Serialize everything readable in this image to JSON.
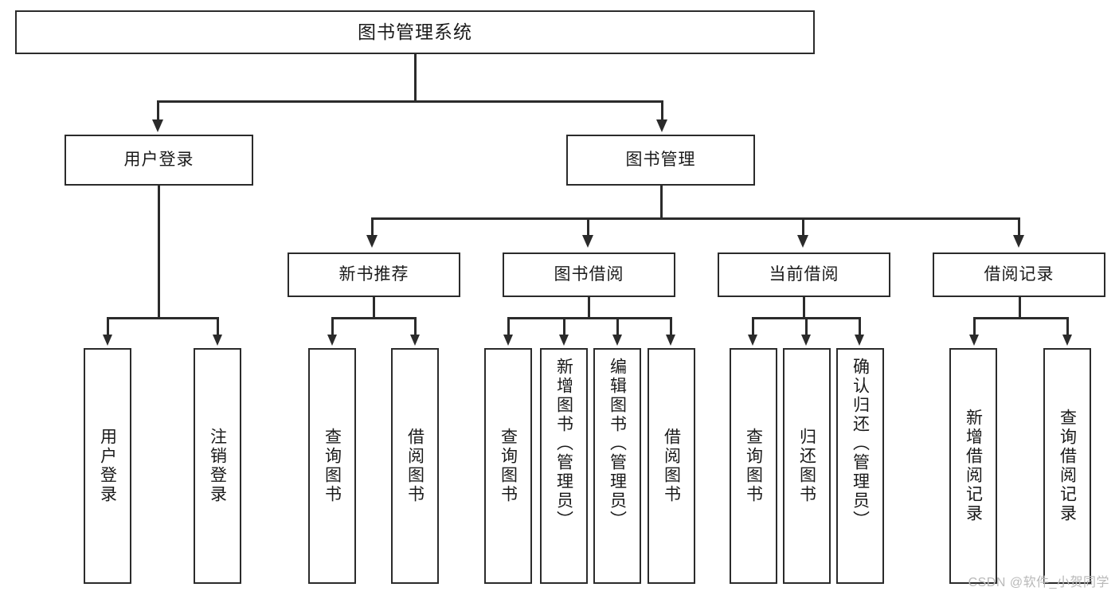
{
  "diagram": {
    "title": "图书管理系统",
    "root": {
      "label": "图书管理系统"
    },
    "level2": [
      {
        "label": "用户登录"
      },
      {
        "label": "图书管理"
      }
    ],
    "level3": [
      {
        "label": "新书推荐"
      },
      {
        "label": "图书借阅"
      },
      {
        "label": "当前借阅"
      },
      {
        "label": "借阅记录"
      }
    ],
    "leaves": {
      "user_login": [
        {
          "label": "用户登录"
        },
        {
          "label": "注销登录"
        }
      ],
      "new_book_recommend": [
        {
          "label": "查询图书"
        },
        {
          "label": "借阅图书"
        }
      ],
      "book_borrow": [
        {
          "label": "查询图书"
        },
        {
          "label": "新增图书（管理员）"
        },
        {
          "label": "编辑图书（管理员）"
        },
        {
          "label": "借阅图书"
        }
      ],
      "current_borrow": [
        {
          "label": "查询图书"
        },
        {
          "label": "归还图书"
        },
        {
          "label": "确认归还（管理员）"
        }
      ],
      "borrow_record": [
        {
          "label": "新增借阅记录"
        },
        {
          "label": "查询借阅记录"
        }
      ]
    }
  },
  "watermark": {
    "text": "CSDN @软件_小贺同学"
  },
  "colors": {
    "stroke": "#2b2b2b",
    "text": "#1a1a1a",
    "background": "#ffffff",
    "watermark": "#b9b9b9"
  }
}
